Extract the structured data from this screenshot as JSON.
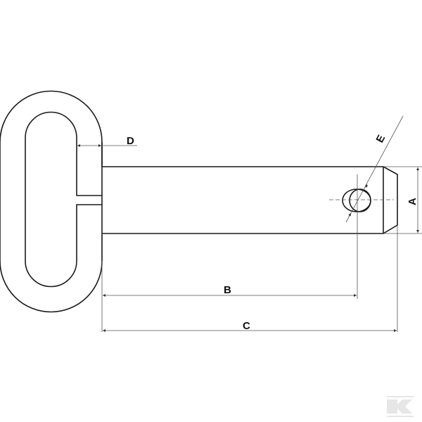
{
  "labels": {
    "a": "A",
    "b": "B",
    "c": "C",
    "d": "D",
    "e": "E"
  },
  "logo": {
    "text": "K",
    "color": "#e6e6e6"
  },
  "colors": {
    "outline": "#1a1a1a",
    "dimension": "#555555"
  }
}
